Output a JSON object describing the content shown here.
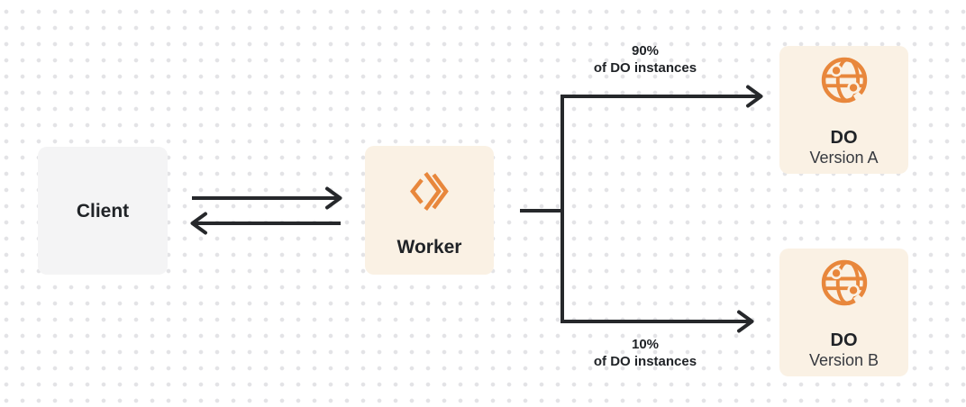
{
  "diagram": {
    "nodes": {
      "client": {
        "label": "Client"
      },
      "worker": {
        "label": "Worker",
        "icon": "workers-chevrons-icon"
      },
      "do_version_a": {
        "title": "DO",
        "subtitle": "Version A",
        "icon": "durable-object-globe-icon"
      },
      "do_version_b": {
        "title": "DO",
        "subtitle": "Version B",
        "icon": "durable-object-globe-icon"
      }
    },
    "edge_labels": {
      "top_split": {
        "percent": "90%",
        "caption": "of DO instances"
      },
      "bottom_split": {
        "percent": "10%",
        "caption": "of DO instances"
      }
    },
    "colors": {
      "accent_orange": "#E8873C",
      "node_cream_bg": "#FAF1E4",
      "node_gray_bg": "#F4F4F5",
      "connector_dark": "#26282B",
      "text_dark": "#202327",
      "text_secondary": "#36393F",
      "dot_grid": "#E3E3E6",
      "page_bg": "#FFFFFF"
    }
  }
}
